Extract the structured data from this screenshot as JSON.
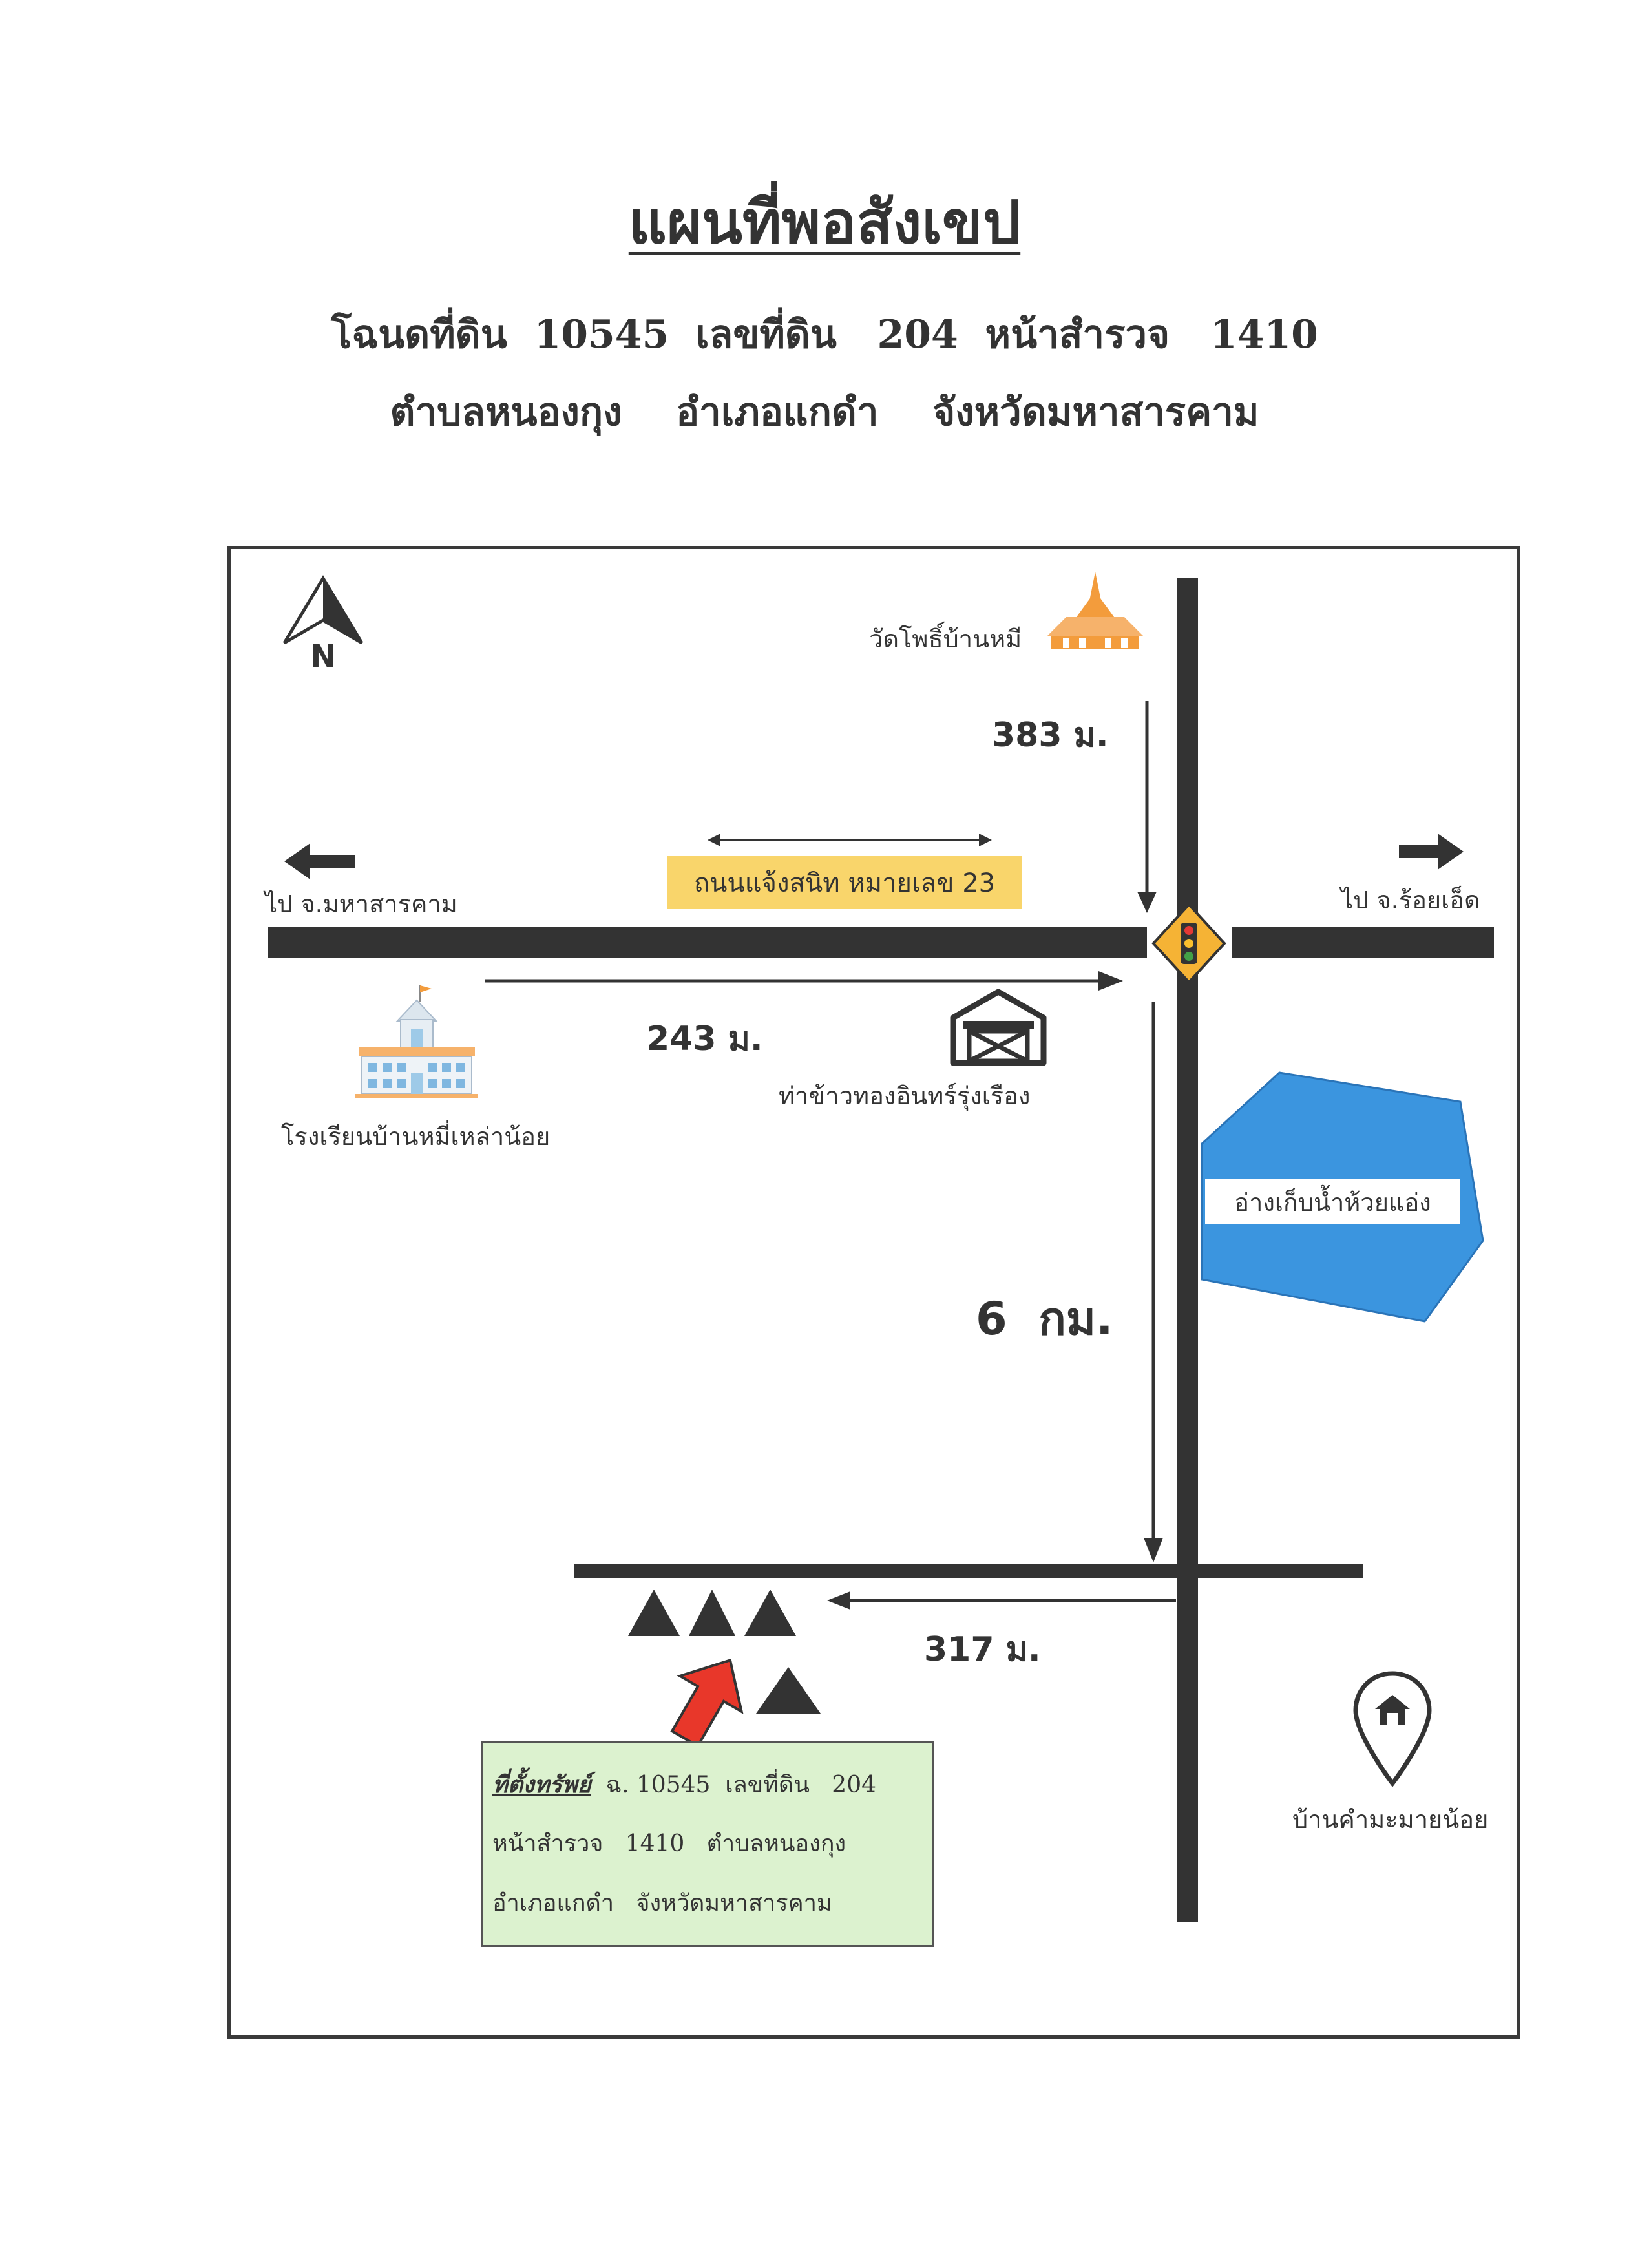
{
  "title": "แผนที่พอสังเขป",
  "subtitle_line1": "โฉนดที่ดิน  10545  เลขที่ดิน   204  หน้าสำรวจ   1410",
  "subtitle_line2": "ตำบลหนองกุง    อำเภอแกดำ    จังหวัดมหาสารคาม",
  "map": {
    "north_label": "N",
    "temple_label": "วัดโพธิ์บ้านหมี",
    "distance_temple": "383 ม.",
    "road_label": "ถนนแจ้งสนิท หมายเลข 23",
    "left_direction": "ไป จ.มหาสารคาม",
    "right_direction": "ไป จ.ร้อยเอ็ด",
    "distance_west": "243 ม.",
    "rice_mill_label": "ท่าข้าวทองอินทร์รุ่งเรือง",
    "school_label": "โรงเรียนบ้านหมี่เหล่าน้อย",
    "reservoir_label": "อ่างเก็บน้ำห้วยแอ่ง",
    "distance_south": "6  กม.",
    "distance_lower": "317 ม.",
    "village_label": "บ้านคำมะมายน้อย",
    "property": {
      "heading": "ที่ตั้งทรัพย์",
      "line1_rest": "  ฉ. 10545  เลขที่ดิน   204",
      "line2": "หน้าสำรวจ   1410   ตำบลหนองกุง",
      "line3": "อำเภอแกดำ   จังหวัดมหาสารคาม"
    }
  },
  "colors": {
    "road": "#333333",
    "road_label_bg": "#f9d56b",
    "reservoir": "#3b95df",
    "property_bg": "#dcf2cf",
    "pointer_arrow": "#e8372a",
    "temple": "#f39c3c",
    "traffic_light_bg": "#f5b335"
  }
}
